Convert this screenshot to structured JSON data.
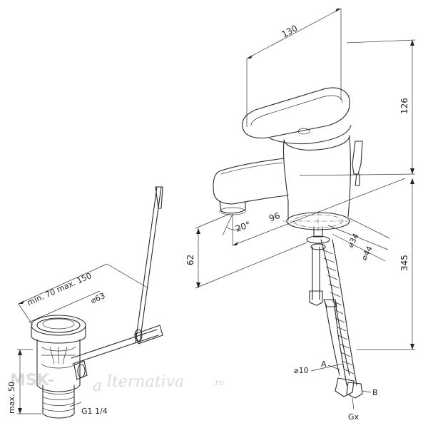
{
  "dimensions": {
    "width_top": "130",
    "height_top": "126",
    "spout_reach": "96",
    "spout_angle": "20°",
    "spout_height": "62",
    "hole_d34": "⌀34",
    "hole_d44": "⌀44",
    "total_height": "345",
    "hose_d10": "⌀10",
    "drain_range": "min. 70  max. 150",
    "drain_d63": "⌀63",
    "drain_max50": "max. 50",
    "thread": "G1 1/4"
  },
  "labels": {
    "hose_a": "A",
    "hose_b": "B",
    "connection": "Gx"
  },
  "watermark": {
    "left": "MSK-",
    "script": "lternativa",
    "suffix": ".ru"
  }
}
